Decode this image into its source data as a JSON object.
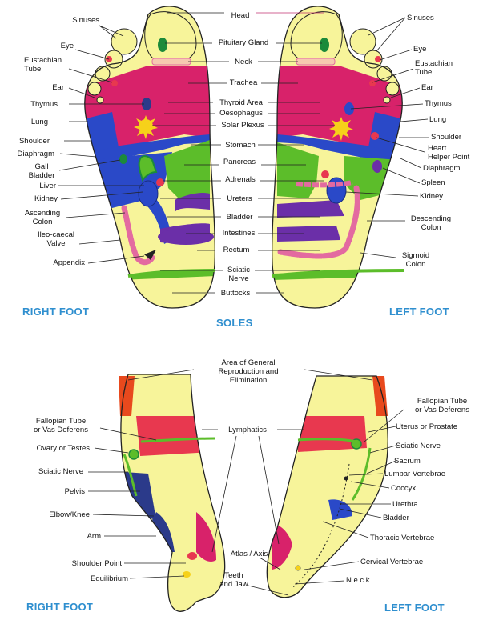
{
  "colors": {
    "skin": "#f7f49a",
    "outline": "#222222",
    "red": "#e8384f",
    "magenta": "#d8226a",
    "blue": "#2a49c8",
    "navy": "#2b3a8a",
    "green": "#5cbd2a",
    "teal": "#1c8a3a",
    "purple": "#6b2fa8",
    "pink": "#e36aa0",
    "orange": "#e8491d",
    "yellowburst": "#f6d11a",
    "caption": "#2f8fcf"
  },
  "captions": {
    "soles": "SOLES",
    "right_foot_top": "RIGHT FOOT",
    "left_foot_top": "LEFT FOOT",
    "right_foot_bottom": "RIGHT FOOT",
    "left_foot_bottom": "LEFT FOOT"
  },
  "labels": {
    "center": {
      "head": "Head",
      "pituitary": "Pituitary Gland",
      "neck": "Neck",
      "trachea": "Trachea",
      "thyroid": "Thyroid Area",
      "oesophagus": "Oesophagus",
      "solar": "Solar Plexus",
      "stomach": "Stomach",
      "pancreas": "Pancreas",
      "adrenals": "Adrenals",
      "ureters": "Ureters",
      "bladder": "Bladder",
      "intestines": "Intestines",
      "rectum": "Rectum",
      "sciatic": "Sciatic\nNerve",
      "buttocks": "Buttocks"
    },
    "right_sole": {
      "sinuses": "Sinuses",
      "eye": "Eye",
      "eustachian": "Eustachian\nTube",
      "ear": "Ear",
      "thymus": "Thymus",
      "lung": "Lung",
      "shoulder": "Shoulder",
      "diaphragm": "Diaphragm",
      "gall": "Gall\nBladder",
      "liver": "Liver",
      "kidney": "Kidney",
      "ascending": "Ascending\nColon",
      "ileo": "Ileo-caecal\nValve",
      "appendix": "Appendix"
    },
    "left_sole": {
      "sinuses": "Sinuses",
      "eye": "Eye",
      "eustachian": "Eustachian\nTube",
      "ear": "Ear",
      "thymus": "Thymus",
      "lung": "Lung",
      "shoulder": "Shoulder",
      "heart": "Heart\nHelper Point",
      "diaphragm": "Diaphragm",
      "spleen": "Spleen",
      "kidney": "Kidney",
      "descending": "Descending\nColon",
      "sigmoid": "Sigmoid\nColon"
    },
    "side_center": {
      "reproduction": "Area of General\nReproduction and\nElimination",
      "lymphatics": "Lymphatics",
      "atlas": "Atlas / Axis",
      "teeth": "Teeth\nand Jaw"
    },
    "right_side": {
      "fallopian": "Fallopian Tube\nor Vas Deferens",
      "ovary": "Ovary or Testes",
      "sciatic": "Sciatic Nerve",
      "pelvis": "Pelvis",
      "elbow": "Elbow/Knee",
      "arm": "Arm",
      "shoulder_point": "Shoulder Point",
      "equilibrium": "Equilibrium"
    },
    "left_side": {
      "fallopian": "Fallopian Tube\nor Vas Deferens",
      "uterus": "Uterus or Prostate",
      "sciatic": "Sciatic  Nerve",
      "sacrum": "Sacrum",
      "lumbar": "Lumbar Vertebrae",
      "coccyx": "Coccyx",
      "urethra": "Urethra",
      "bladder": "Bladder",
      "thoracic": "Thoracic Vertebrae",
      "cervical": "Cervical  Vertebrae",
      "neck": "N e c k"
    }
  }
}
